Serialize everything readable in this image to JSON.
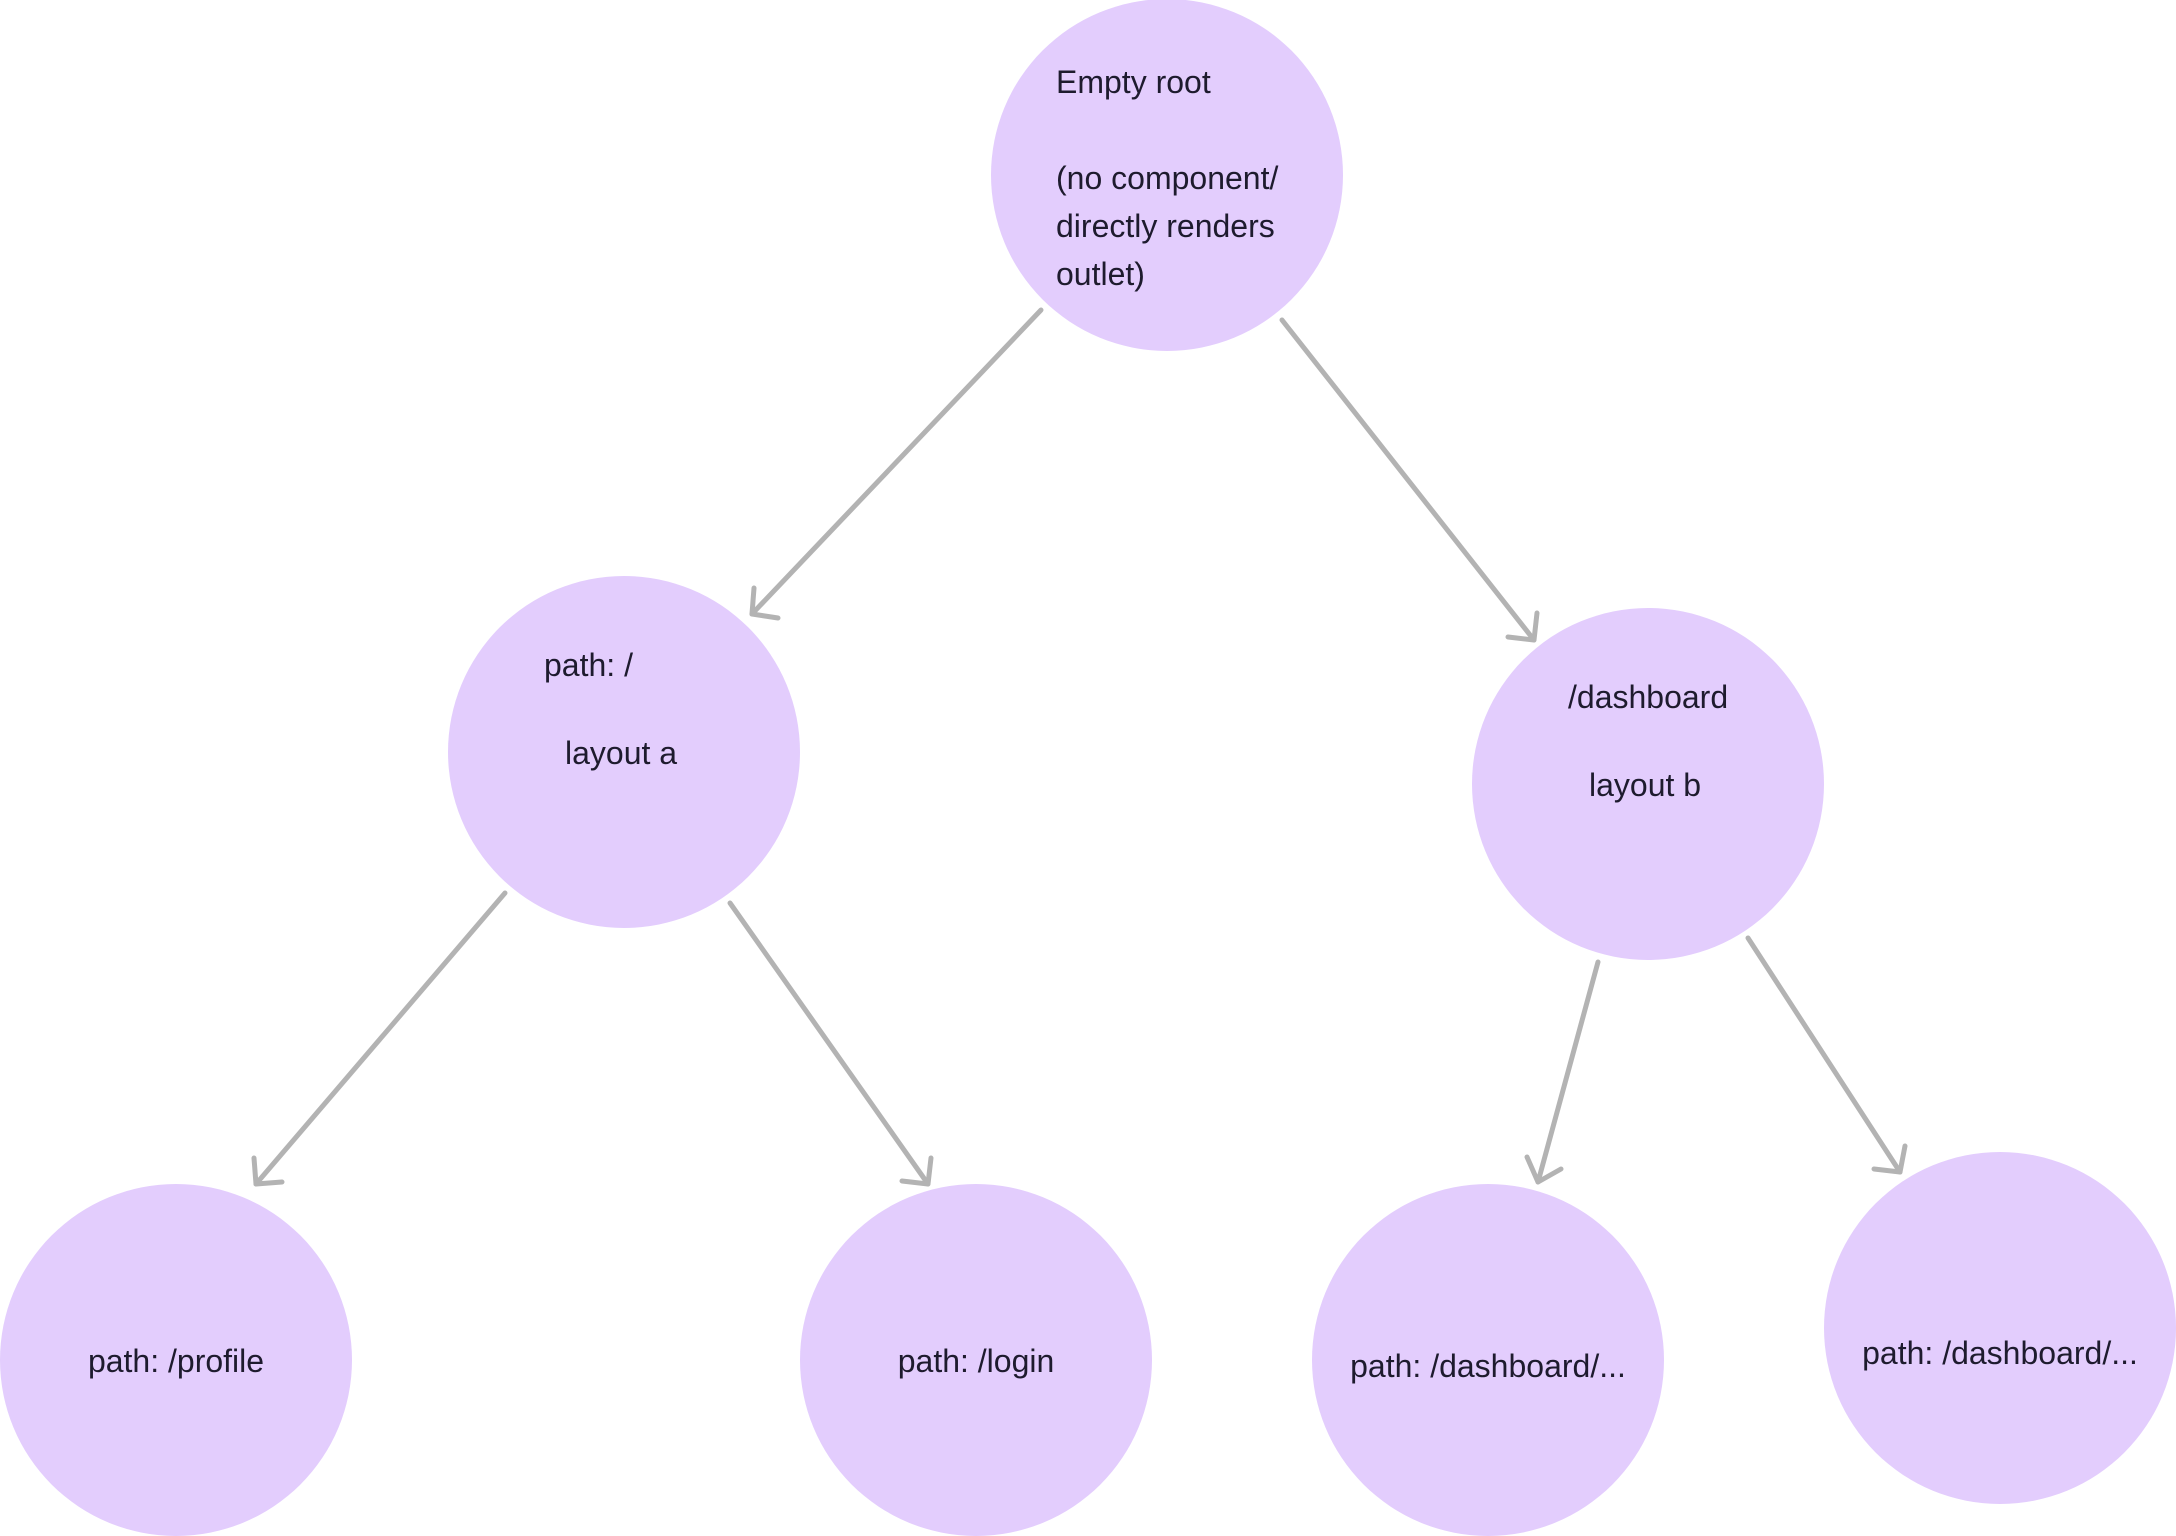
{
  "diagram": {
    "colors": {
      "node_fill": "#e3cdfd",
      "edge_stroke": "#b3b3b3",
      "text": "#1e1b2e",
      "background": "#ffffff"
    },
    "nodes": {
      "root": {
        "lines": [
          "Empty root",
          "",
          "(no component/",
          "directly renders",
          "outlet)"
        ]
      },
      "layout_a": {
        "lines": [
          "path: /",
          "",
          "layout a"
        ]
      },
      "layout_b": {
        "lines": [
          "/dashboard",
          "",
          "layout b"
        ]
      },
      "profile": {
        "lines": [
          "path: /profile"
        ]
      },
      "login": {
        "lines": [
          "path: /login"
        ]
      },
      "dashboard_child_1": {
        "lines": [
          "path: /dashboard/..."
        ]
      },
      "dashboard_child_2": {
        "lines": [
          "path: /dashboard/..."
        ]
      }
    },
    "edges": [
      {
        "from": "root",
        "to": "layout_a"
      },
      {
        "from": "root",
        "to": "layout_b"
      },
      {
        "from": "layout_a",
        "to": "profile"
      },
      {
        "from": "layout_a",
        "to": "login"
      },
      {
        "from": "layout_b",
        "to": "dashboard_child_1"
      },
      {
        "from": "layout_b",
        "to": "dashboard_child_2"
      }
    ]
  }
}
